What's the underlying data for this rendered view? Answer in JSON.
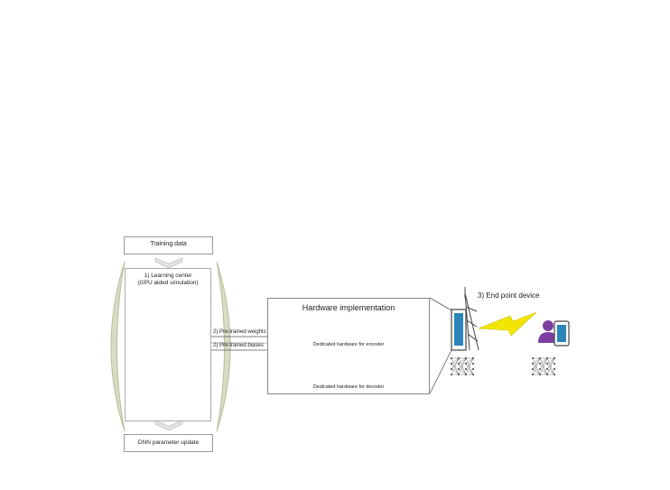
{
  "training_data": "Training data",
  "learning_center": {
    "title": "1) Learning center",
    "subtitle": "(GPU aided simulation)"
  },
  "dnn_update": "DNN parameter update",
  "links": {
    "weights": "2) Pre-trained weights",
    "biases": "2) Pre-trained biases"
  },
  "hardware": {
    "title": "Hardware implementation",
    "encoder": "Dedicated hardware for encoder",
    "decoder": "Dedicated hardware for decoder"
  },
  "end_point": "3) End point device",
  "colors": {
    "arc": "#d9dcc4",
    "arc_stroke": "#b9bd98",
    "block": "#e07a2e",
    "circuit_green": "#7fc27f",
    "lightning": "#f2e600",
    "tower": "#444444",
    "phone": "#2a86b8",
    "person": "#7b3fa0"
  }
}
